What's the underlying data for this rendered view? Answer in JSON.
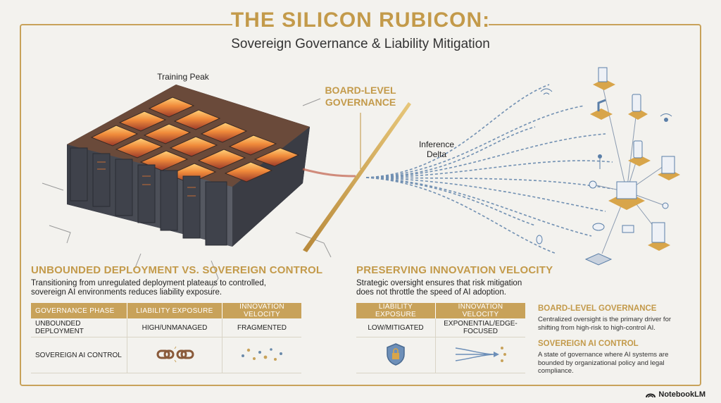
{
  "header": {
    "title": "THE SILICON RUBICON:",
    "subtitle": "Sovereign Governance & Liability Mitigation"
  },
  "illustration": {
    "training_label": "Training Peak",
    "governance_label_line1": "BOARD-LEVEL",
    "governance_label_line2": "GOVERNANCE",
    "inference_label_line1": "Inference",
    "inference_label_line2": "Delta"
  },
  "left_section": {
    "title": "UNBOUNDED DEPLOYMENT VS. SOVEREIGN CONTROL",
    "body_line1": "Transitioning from unregulated deployment plateaus to controlled,",
    "body_line2": "sovereign AI environments reduces liability exposure.",
    "table": {
      "headers": [
        "GOVERNANCE PHASE",
        "LIABILITY EXPOSURE",
        "INNOVATION VELOCITY"
      ],
      "rows": [
        [
          "UNBOUNDED DEPLOYMENT",
          "HIGH/UNMANAGED",
          "FRAGMENTED"
        ],
        [
          "SOVEREIGN AI CONTROL",
          "broken-chain-icon",
          "scattered-dots-icon"
        ]
      ]
    }
  },
  "right_section": {
    "title": "PRESERVING INNOVATION VELOCITY",
    "body_line1": "Strategic oversight ensures that risk mitigation",
    "body_line2": "does not throttle the speed of AI adoption.",
    "table": {
      "headers": [
        "LIABILITY EXPOSURE",
        "INNOVATION VELOCITY"
      ],
      "rows": [
        [
          "LOW/MITIGATED",
          "EXPONENTIAL/EDGE-FOCUSED"
        ],
        [
          "shield-lock-icon",
          "converging-arrows-icon"
        ]
      ]
    }
  },
  "sidebar": {
    "gov_title": "BOARD-LEVEL GOVERNANCE",
    "gov_body": "Centralized oversight is the primary driver for shifting from high-risk to high-control AI.",
    "control_title": "SOVEREIGN AI CONTROL",
    "control_body": "A state of governance where AI systems are bounded by organizational policy and legal compliance."
  },
  "brand": {
    "name": "NotebookLM"
  },
  "colors": {
    "accent": "#c8a25a",
    "accent_text": "#c39a4a",
    "hot": "#e8572a",
    "flow": "#5b7fa8"
  }
}
